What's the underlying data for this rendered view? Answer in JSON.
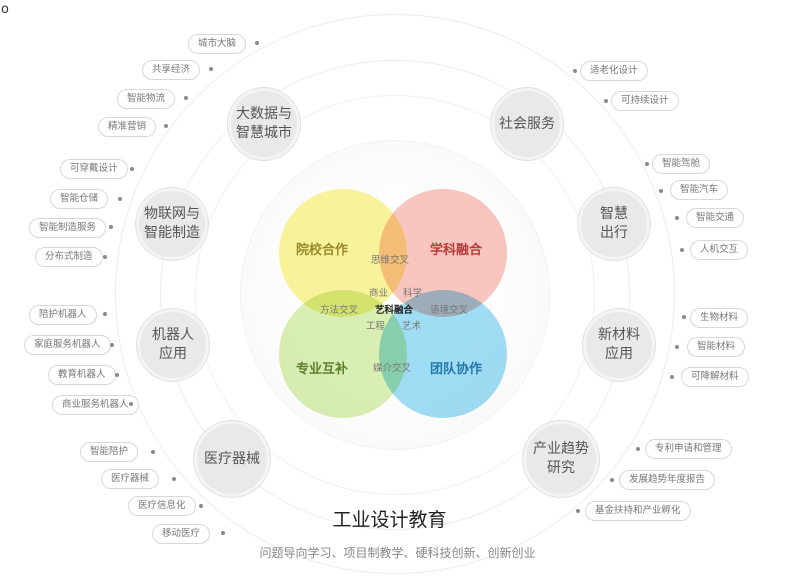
{
  "title": "工业设计教育",
  "subtitle": "问题导向学习、项目制教学、硬科技创新、创新创业",
  "corner_mark": "o",
  "center": {
    "circles": [
      {
        "label": "院校合作",
        "color": "#f7f08a",
        "text_color": "#9a8a2a"
      },
      {
        "label": "学科融合",
        "color": "#f9b9b0",
        "text_color": "#b83a3a"
      },
      {
        "label": "专业互补",
        "color": "#d3eda6",
        "text_color": "#5d7f2e"
      },
      {
        "label": "团队协作",
        "color": "#8fd9f5",
        "text_color": "#2377a8"
      }
    ],
    "overlaps": [
      "思维交叉",
      "方法交叉",
      "语境交叉",
      "媒介交叉"
    ],
    "core": {
      "top_left": "商业",
      "top_right": "科学",
      "middle": "艺科融合",
      "bottom_left": "工程",
      "bottom_right": "艺术"
    }
  },
  "nodes": [
    {
      "label": "大数据与\n智慧城市",
      "tags": [
        "城市大脑",
        "共享经济",
        "智能物流",
        "精准营销"
      ]
    },
    {
      "label": "物联网与\n智能制造",
      "tags": [
        "可穿戴设计",
        "智能仓储",
        "智能制造服务",
        "分布式制造"
      ]
    },
    {
      "label": "机器人\n应用",
      "tags": [
        "陪护机器人",
        "家庭服务机器人",
        "教育机器人",
        "商业服务机器人"
      ]
    },
    {
      "label": "医疗器械",
      "tags": [
        "智能陪护",
        "医疗器械",
        "医疗信息化",
        "移动医疗"
      ]
    },
    {
      "label": "社会服务",
      "tags": [
        "适老化设计",
        "可持续设计"
      ]
    },
    {
      "label": "智慧\n出行",
      "tags": [
        "智能驾舱",
        "智能汽车",
        "智能交通",
        "人机交互"
      ]
    },
    {
      "label": "新材料\n应用",
      "tags": [
        "生物材料",
        "智能材料",
        "可降解材料"
      ]
    },
    {
      "label": "产业趋势\n研究",
      "tags": [
        "专利申请和管理",
        "发展趋势年度报告",
        "基金扶持和产业孵化"
      ]
    }
  ]
}
